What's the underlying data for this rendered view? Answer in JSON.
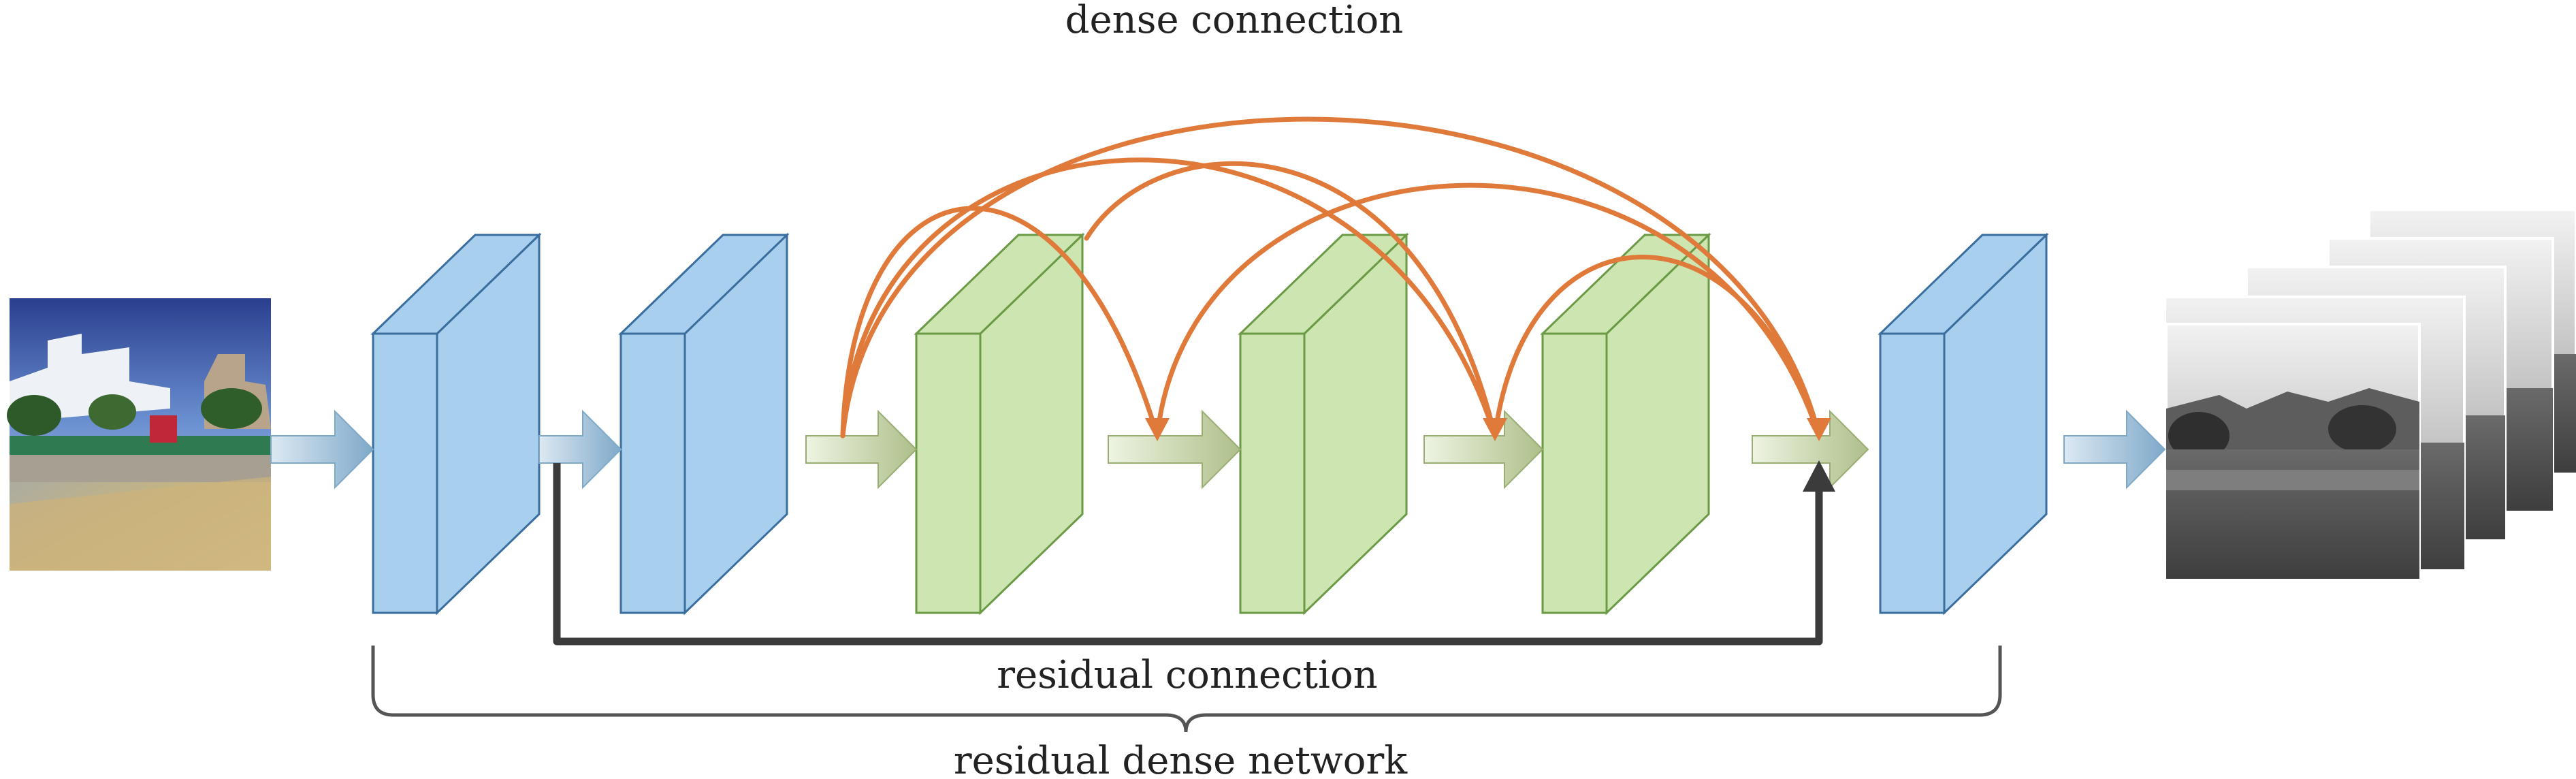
{
  "labels": {
    "dense": "dense connection",
    "residual": "residual connection",
    "network": "residual dense network"
  },
  "colors": {
    "blue_face": "#a9cfee",
    "blue_edge": "#3a6e9e",
    "green_face": "#cde5b0",
    "green_edge": "#6a9a45",
    "dense_arrow": "#e07a3a",
    "residual_arrow": "#3b3b3b",
    "blue_connector": "#9cc1dc",
    "green_connector": "#c5d8a8"
  },
  "blocks": [
    {
      "name": "conv-block-1",
      "kind": "conv"
    },
    {
      "name": "conv-block-2",
      "kind": "conv"
    },
    {
      "name": "dense-block-1",
      "kind": "dense"
    },
    {
      "name": "dense-block-2",
      "kind": "dense"
    },
    {
      "name": "dense-block-3",
      "kind": "dense"
    },
    {
      "name": "conv-block-3",
      "kind": "conv"
    }
  ],
  "images": [
    {
      "name": "input-color-image",
      "description": "input"
    },
    {
      "name": "output-gray-image-stack",
      "description": "output"
    }
  ]
}
